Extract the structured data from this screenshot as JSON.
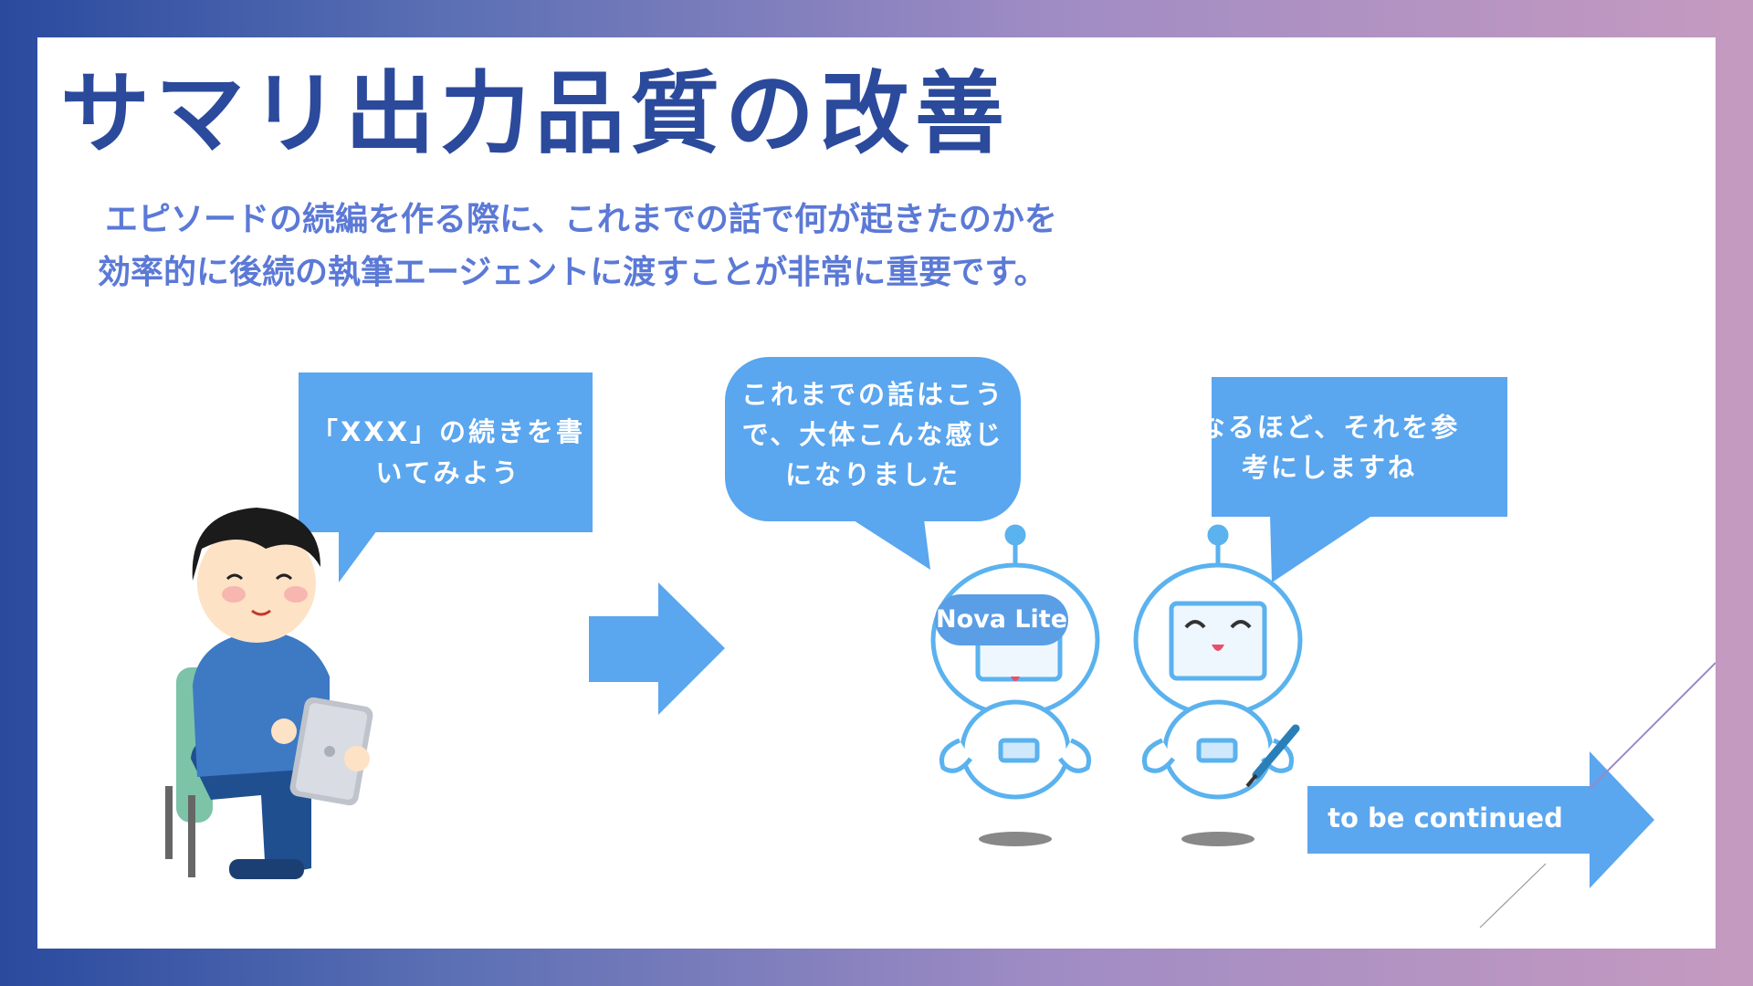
{
  "title": "サマリ出力品質の改善",
  "description": [
    "エピソードの続編を作る際に、これまでの話で何が起きたのかを",
    "効率的に後続の執筆エージェントに渡すことが非常に重要です。"
  ],
  "bubbles": {
    "user": [
      "「XXX」の続きを書",
      "いてみよう"
    ],
    "nova": [
      "これまでの話はこう",
      "で、大体こんな感じ",
      "になりました"
    ],
    "writer": [
      "なるほど、それを参",
      "考にしますね"
    ]
  },
  "robot_label": "Nova Lite",
  "continued_label": "to be continued",
  "colors": {
    "title": "#2b4a9c",
    "description": "#5b79d6",
    "accent_blue": "#5aa6ef",
    "robot_outline": "#5ab2ee"
  },
  "icons": [
    "person-with-tablet-illustration",
    "right-arrow-icon",
    "robot-icon",
    "pen-icon"
  ]
}
